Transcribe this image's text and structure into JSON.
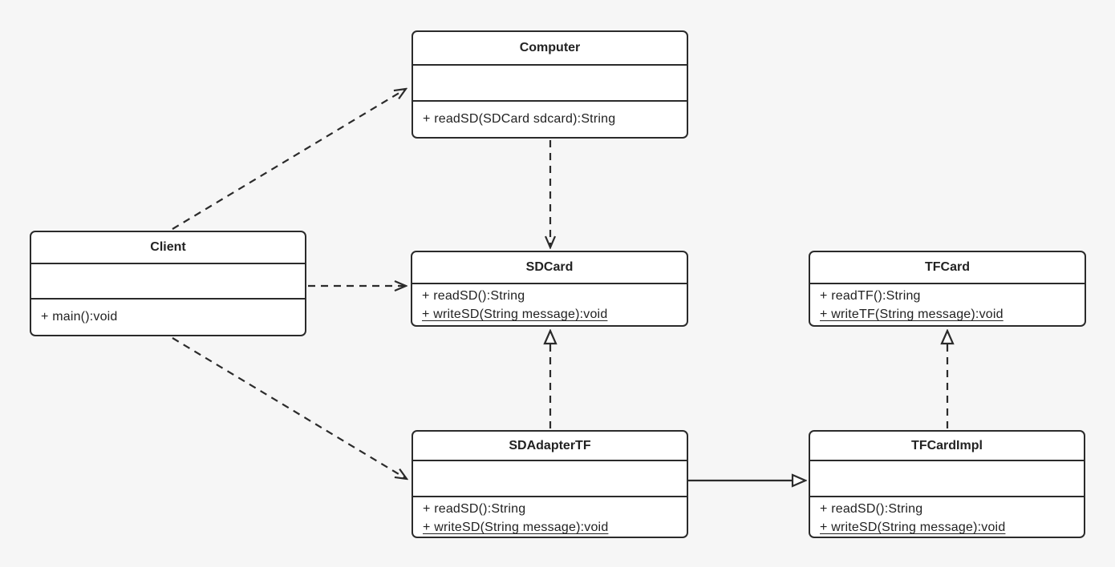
{
  "diagram": {
    "kind": "uml-class-diagram",
    "colors": {
      "stroke": "#2b2b2b",
      "fill": "#ffffff",
      "bg": "#f6f6f6",
      "text": "#222222"
    }
  },
  "classes": [
    {
      "name": "Computer",
      "attributes": [],
      "methods": [
        "+ readSD(SDCard sdcard):String"
      ]
    },
    {
      "name": "Client",
      "attributes": [],
      "methods": [
        "+ main():void"
      ]
    },
    {
      "name": "SDCard",
      "attributes": [],
      "methods": [
        "+ readSD():String",
        "+ writeSD(String message):void"
      ]
    },
    {
      "name": "TFCard",
      "attributes": [],
      "methods": [
        "+ readTF():String",
        "+ writeTF(String message):void"
      ]
    },
    {
      "name": "SDAdapterTF",
      "attributes": [],
      "methods": [
        "+ readSD():String",
        "+ writeSD(String message):void"
      ]
    },
    {
      "name": "TFCardImpl",
      "attributes": [],
      "methods": [
        "+ readSD():String",
        "+ writeSD(String message):void"
      ]
    }
  ],
  "relationships": [
    {
      "from": "Client",
      "to": "Computer",
      "type": "dependency",
      "line": "dashed",
      "arrowhead": "open"
    },
    {
      "from": "Client",
      "to": "SDCard",
      "type": "dependency",
      "line": "dashed",
      "arrowhead": "open"
    },
    {
      "from": "Client",
      "to": "SDAdapterTF",
      "type": "dependency",
      "line": "dashed",
      "arrowhead": "open"
    },
    {
      "from": "Computer",
      "to": "SDCard",
      "type": "dependency",
      "line": "dashed",
      "arrowhead": "open"
    },
    {
      "from": "SDAdapterTF",
      "to": "SDCard",
      "type": "realization",
      "line": "dashed",
      "arrowhead": "hollow-triangle"
    },
    {
      "from": "TFCardImpl",
      "to": "TFCard",
      "type": "realization",
      "line": "dashed",
      "arrowhead": "hollow-triangle"
    },
    {
      "from": "SDAdapterTF",
      "to": "TFCardImpl",
      "type": "generalization",
      "line": "solid",
      "arrowhead": "hollow-triangle"
    }
  ]
}
